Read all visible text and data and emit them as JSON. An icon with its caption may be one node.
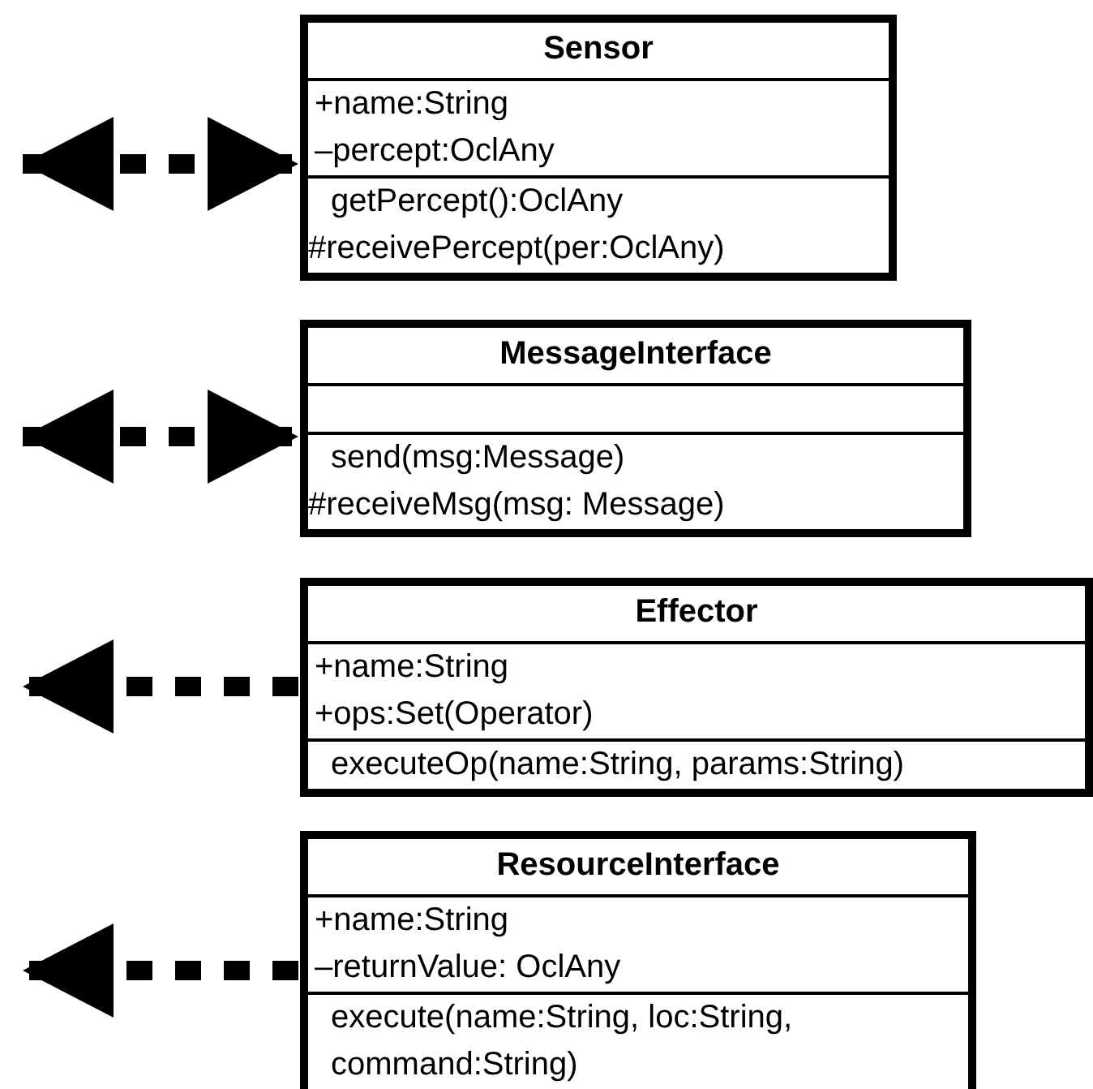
{
  "diagram": {
    "nodes": [
      {
        "text": [
          "Sensor",
          "+name:String",
          "–percept:OclAny",
          "getPercept():OclAny",
          "#receivePercept(per:OclAny)"
        ]
      },
      {
        "text": [
          "MessageInterface",
          "send(msg:Message)",
          "#receiveMsg(msg: Message)"
        ]
      },
      {
        "text": [
          "Effector",
          "+name:String",
          "+ops:Set(Operator)",
          "executeOp(name:String, params:String)"
        ]
      },
      {
        "text": [
          "ResourceInterface",
          "+name:String",
          "–returnValue: OclAny",
          "execute(name:String, loc:String, command:String)"
        ]
      }
    ],
    "edges": [
      {
        "from": null,
        "to": 0,
        "arrow": "both",
        "style": "dashed"
      },
      {
        "from": null,
        "to": 1,
        "arrow": "both",
        "style": "dashed"
      },
      {
        "from": 2,
        "to": null,
        "arrow": "to",
        "style": "dashed"
      },
      {
        "from": 3,
        "to": null,
        "arrow": "to",
        "style": "dashed"
      }
    ]
  }
}
